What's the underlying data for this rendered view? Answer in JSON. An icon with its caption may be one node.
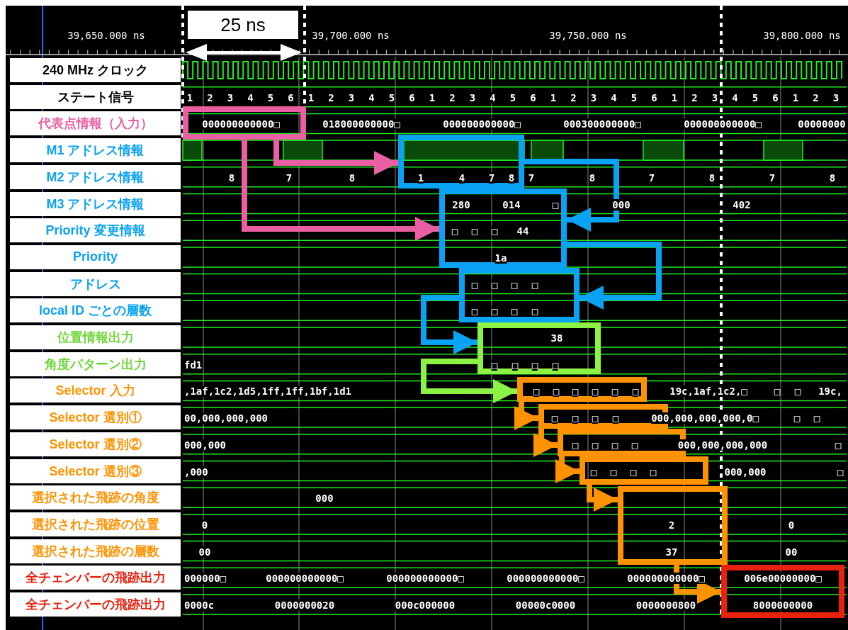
{
  "diagram": {
    "nodes": [
      {
        "text": [],
        "shape": "box"
      },
      {
        "text": [],
        "shape": "box"
      },
      {
        "text": [],
        "shape": "box"
      },
      {
        "text": [],
        "shape": "box"
      },
      {
        "text": [],
        "shape": "box"
      },
      {
        "text": [],
        "shape": "box"
      },
      {
        "text": [],
        "shape": "box"
      },
      {
        "text": [],
        "shape": "box"
      },
      {
        "text": [],
        "shape": "box"
      },
      {
        "text": [],
        "shape": "box"
      },
      {
        "text": [],
        "shape": "box"
      }
    ],
    "edges": [
      {
        "from": 0,
        "to": 1,
        "arrow": "to",
        "color": "#ea5fa4"
      },
      {
        "from": 0,
        "to": 2,
        "arrow": "to",
        "color": "#ea5fa4"
      },
      {
        "from": 1,
        "to": 2,
        "arrow": "to",
        "color": "#0aa2f2"
      },
      {
        "from": 2,
        "to": 3,
        "arrow": "to",
        "color": "#0aa2f2"
      },
      {
        "from": 3,
        "to": 4,
        "arrow": "to",
        "color": "#0aa2f2"
      },
      {
        "from": 4,
        "to": 5,
        "arrow": "to",
        "color": "#8cf244"
      },
      {
        "from": 5,
        "to": 6,
        "arrow": "to"
      },
      {
        "from": 6,
        "to": 7,
        "arrow": "to"
      },
      {
        "from": 7,
        "to": 8,
        "arrow": "to"
      },
      {
        "from": 8,
        "to": 9,
        "arrow": "to"
      },
      {
        "from": 9,
        "to": 10,
        "arrow": "to"
      }
    ],
    "labels": [
      "39,650.000 ns",
      "39,700.000 ns",
      "39,750.000 ns",
      "39,800.000 ns",
      "25 ns",
      "240 MHz クロック",
      "ステート信号",
      "代表点情報（入力）",
      "M1 アドレス情報",
      "M2 アドレス情報",
      "M3 アドレス情報",
      "Priority 変更情報",
      "Priority",
      "アドレス",
      "local ID ごとの層数",
      "位置情報出力",
      "角度パターン出力",
      "Selector 入力",
      "Selector 選別①",
      "Selector 選別②",
      "Selector 選別③",
      "選択された飛跡の角度",
      "選択された飛跡の位置",
      "選択された飛跡の層数",
      "全チェンバーの飛跡出力",
      "全チェンバーの飛跡出力",
      "1",
      "2",
      "3",
      "4",
      "5",
      "6",
      "1",
      "2",
      "3",
      "4",
      "5",
      "6",
      "1",
      "2",
      "3",
      "4",
      "5",
      "6",
      "1",
      "2",
      "3",
      "4",
      "5",
      "6",
      "1",
      "2",
      "3",
      "4",
      "5",
      "6",
      "1",
      "2",
      "3",
      "000000000000□",
      "018000000000□",
      "000000000000□",
      "000300000000□",
      "000000000000□",
      "00000000",
      "8",
      "7",
      "8",
      "1",
      "4",
      "7",
      "8",
      "7",
      "8",
      "7",
      "8",
      "7",
      "8",
      "280",
      "014",
      "□",
      "000",
      "402",
      "□",
      "□",
      "□",
      "44",
      "1a",
      "□",
      "□",
      "□",
      "□",
      "□",
      "□",
      "□",
      "□",
      "38",
      "fd1",
      "□",
      "□",
      "□",
      "□",
      ",1af,1c2,1d5,1ff,1ff,1bf,1d1",
      "□",
      "□",
      "□",
      "□",
      "□",
      "□",
      "19c,1af,1c2,□",
      "□",
      "□",
      "19c,",
      "00,000,000,000",
      "□",
      "□",
      "□",
      "□",
      "000,000,000,000,0□",
      "□",
      "□",
      "000,000",
      "□",
      "□",
      "□",
      "□",
      "000,000,000,000",
      "□",
      ",000",
      "□",
      "□",
      "□",
      "□",
      "000,000",
      "□",
      "000",
      "0",
      "2",
      "0",
      "00",
      "37",
      "00",
      "000000□",
      "000000000000□",
      "000000000000□",
      "000000000000□",
      "000000000000□",
      "006e00000000□",
      "0000c",
      "0000000020",
      "000c000000",
      "00000c0000",
      "0000000800",
      "8000000000"
    ]
  }
}
